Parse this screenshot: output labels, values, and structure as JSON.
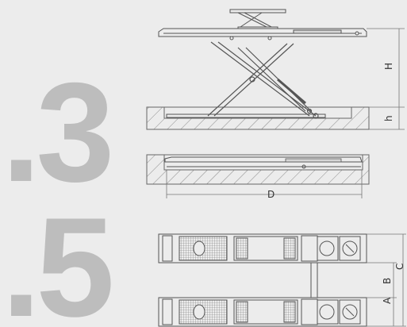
{
  "background_digits": {
    "top": ".3",
    "bottom": ".5"
  },
  "dimension_labels": {
    "H": "H",
    "h": "h",
    "D": "D",
    "A": "A",
    "B": "B",
    "C": "C"
  },
  "colors": {
    "line": "#555555",
    "hatch": "#888888",
    "digit": "#bdbdbd",
    "background": "#ececec"
  }
}
